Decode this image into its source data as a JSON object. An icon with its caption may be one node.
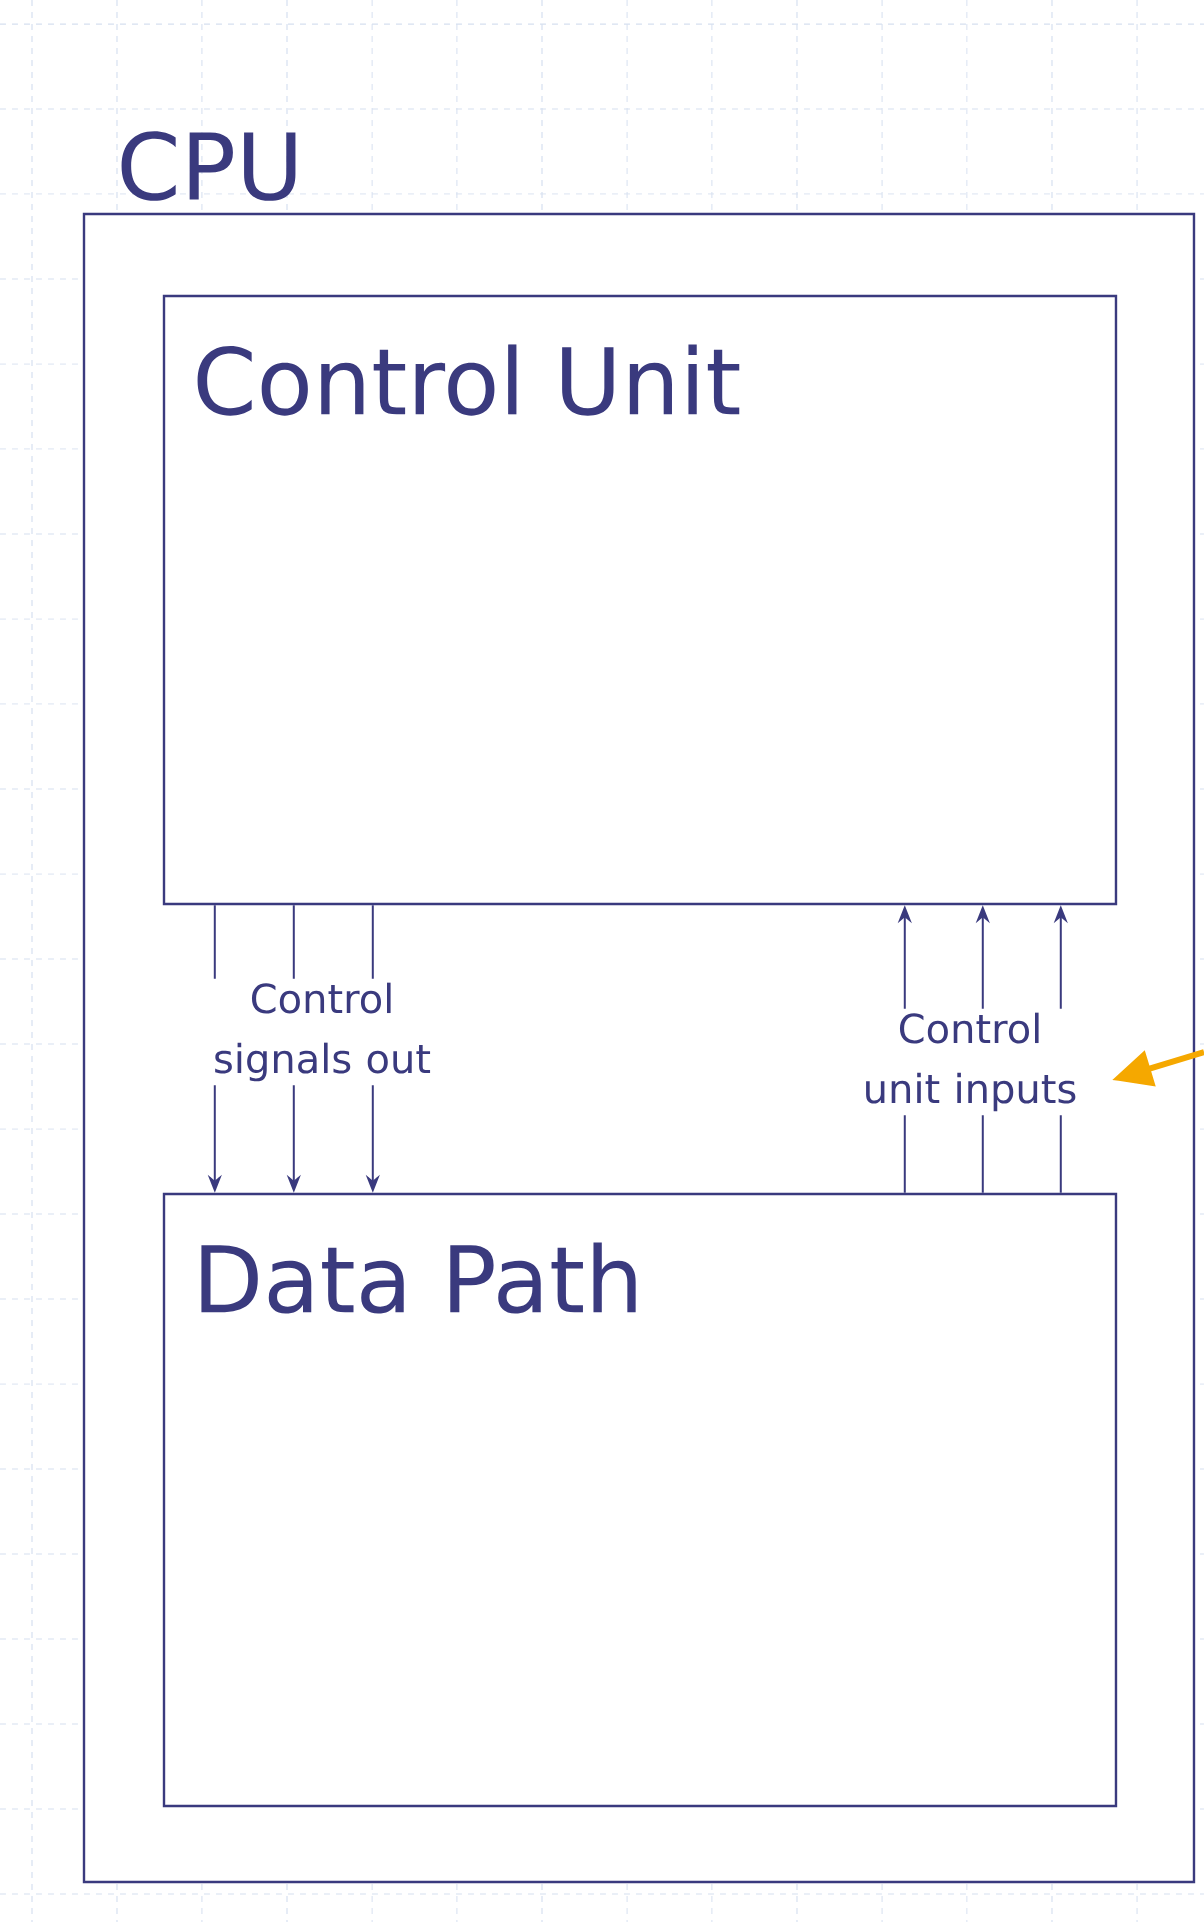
{
  "diagram": {
    "nodes": [
      {
        "text": [
          "CPU"
        ]
      },
      {
        "text": [
          "Control Unit"
        ],
        "in": 0
      },
      {
        "text": [
          "Data Path"
        ],
        "in": 0
      }
    ],
    "edges": [
      {
        "from": 1,
        "to": 2,
        "arrow": "to"
      },
      {
        "from": 1,
        "to": 2,
        "arrow": "to"
      },
      {
        "from": 1,
        "to": 2,
        "arrow": "to"
      },
      {
        "from": 2,
        "to": 1,
        "arrow": "to"
      },
      {
        "from": 2,
        "to": 1,
        "arrow": "to"
      },
      {
        "from": 2,
        "to": 1,
        "arrow": "to"
      }
    ],
    "labels": [
      "Control signals out",
      "Control unit inputs"
    ]
  }
}
